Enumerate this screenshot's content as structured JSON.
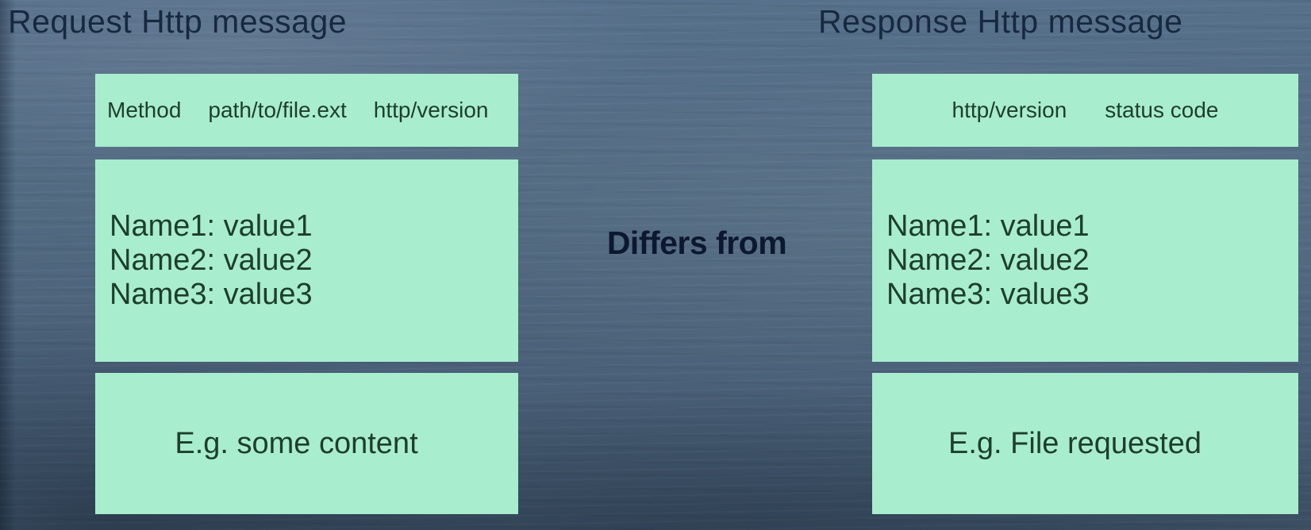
{
  "request": {
    "title": "Request Http message",
    "start_line": [
      "Method",
      "path/to/file.ext",
      "http/version"
    ],
    "headers": [
      "Name1: value1",
      "Name2: value2",
      "Name3: value3"
    ],
    "body_example": "E.g. some content"
  },
  "response": {
    "title": "Response Http message",
    "start_line": [
      "http/version",
      "status code"
    ],
    "headers": [
      "Name1: value1",
      "Name2: value2",
      "Name3: value3"
    ],
    "body_example": "E.g. File requested"
  },
  "center_label": "Differs from",
  "colors": {
    "background": "#4d667e",
    "box_fill": "#a9edcf",
    "box_text": "#1e3e2d",
    "title_text": "#17293e",
    "center_label_text": "#0c1830"
  }
}
